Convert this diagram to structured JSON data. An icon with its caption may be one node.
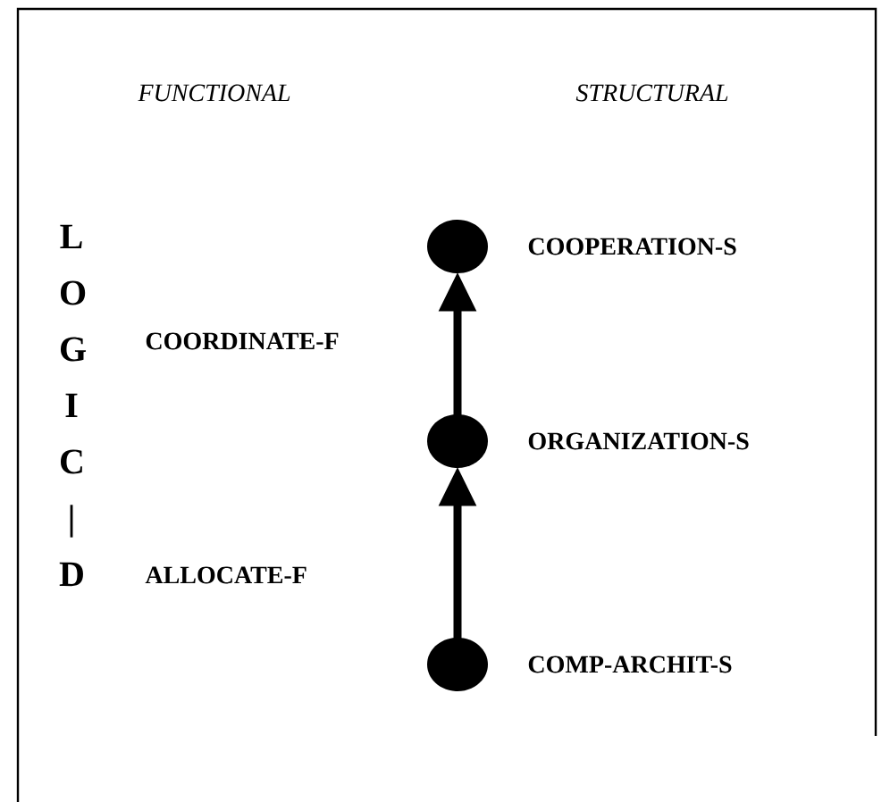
{
  "diagram": {
    "nodes": [
      {
        "text": [],
        "shape": "circle",
        "beside": [
          "COOPERATION-S"
        ]
      },
      {
        "text": [],
        "shape": "circle",
        "beside": [
          "ORGANIZATION-S"
        ]
      },
      {
        "text": [],
        "shape": "circle",
        "beside": [
          "COMP-ARCHIT-S"
        ]
      }
    ],
    "edges": [
      {
        "from": 2,
        "to": 1,
        "arrow": "to"
      },
      {
        "from": 1,
        "to": 0,
        "arrow": "to"
      }
    ],
    "labels": [
      "FUNCTIONAL",
      "STRUCTURAL",
      "L O G I C | D",
      "COORDINATE-F",
      "ALLOCATE-F"
    ]
  }
}
